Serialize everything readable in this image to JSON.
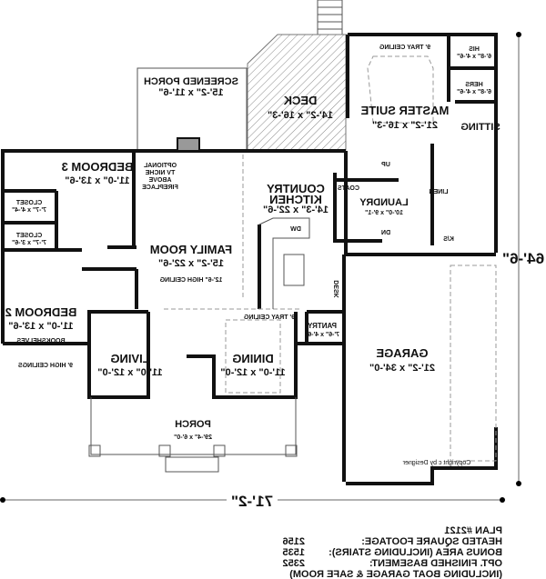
{
  "rooms": {
    "screened_porch": {
      "name": "SCREENED PORCH",
      "size": "15'-2\" x 11'-6\""
    },
    "deck": {
      "name": "DECK",
      "size": "14'-2\" x 16'-3\""
    },
    "master_suite": {
      "name": "MASTER SUITE",
      "size": "21'-2\" x 16'-3\"",
      "ceiling": "9' TRAY CEILING"
    },
    "his": {
      "name": "HIS",
      "size": "6'-8\" x 4'-6\""
    },
    "hers": {
      "name": "HERS",
      "size": "6'-8\" x 4'-6\""
    },
    "sitting": {
      "name": "SITTING"
    },
    "bedroom3": {
      "name": "BEDROOM 3",
      "size": "11'-0\" x 13'-6\""
    },
    "closet1": {
      "name": "CLOSET",
      "size": "7'-7\" x 4'-4\""
    },
    "closet2": {
      "name": "CLOSET",
      "size": "7'-7\" x 3'-6\""
    },
    "tv_niche": {
      "line1": "OPTIONAL",
      "line2": "TV NICHE",
      "line3": "ABOVE",
      "line4": "FIREPLACE"
    },
    "family_room": {
      "name": "FAMILY ROOM",
      "size": "15'-2\" x 22'-6\"",
      "ceiling": "12'-6\" HIGH CEILING"
    },
    "kitchen": {
      "line1": "COUNTRY",
      "line2": "KITCHEN",
      "size": "14'-3\" x 22'-6\"",
      "dw": "DW"
    },
    "coats": {
      "name": "COATS"
    },
    "laundry": {
      "name": "LAUNDRY",
      "size": "10'-0\" x 9'-1\""
    },
    "stairs": {
      "up": "UP",
      "dn": "DN"
    },
    "linen": {
      "name": "LINEN"
    },
    "kis": {
      "name": "K/S"
    },
    "desk": {
      "name": "DESK"
    },
    "tray_ceiling_dining": {
      "name": "9' TRAY CEILING"
    },
    "pantry": {
      "name": "PANTRY",
      "size": "7'-6\" x 4'-6\""
    },
    "bedroom2": {
      "name": "BEDROOM 2",
      "size": "11'-0\" x 13'-6\"",
      "note": "BOOKSHELVES"
    },
    "high_ceilings": {
      "name": "9' HIGH CEILINGS"
    },
    "living": {
      "name": "LIVING",
      "size": "11'-0\" x 12'-0\""
    },
    "dining": {
      "name": "DINING",
      "size": "11'-0\" x 12'-0\""
    },
    "garage": {
      "name": "GARAGE",
      "size": "21'-2\" x 34'-0\""
    },
    "porch": {
      "name": "PORCH",
      "size": "29'-4\" x 6'-0\""
    }
  },
  "copyright": "Copyright c by Designer",
  "dimensions": {
    "depth": "64'-6\"",
    "width": "71'-2\""
  },
  "plan_info": {
    "plan": "PLAN #2121",
    "rows": [
      {
        "label": "HEATED SQUARE FOOTAGE:",
        "value": "2156"
      },
      {
        "label": "BONUS AREA (INCLUDING STAIRS):",
        "value": "1535"
      },
      {
        "label": "OPT. FINISHED BASEMENT:",
        "value": "2352"
      }
    ],
    "note": "(INCLUDING BOAT GARAGE & SAFE ROOM)"
  },
  "mirrored": true
}
